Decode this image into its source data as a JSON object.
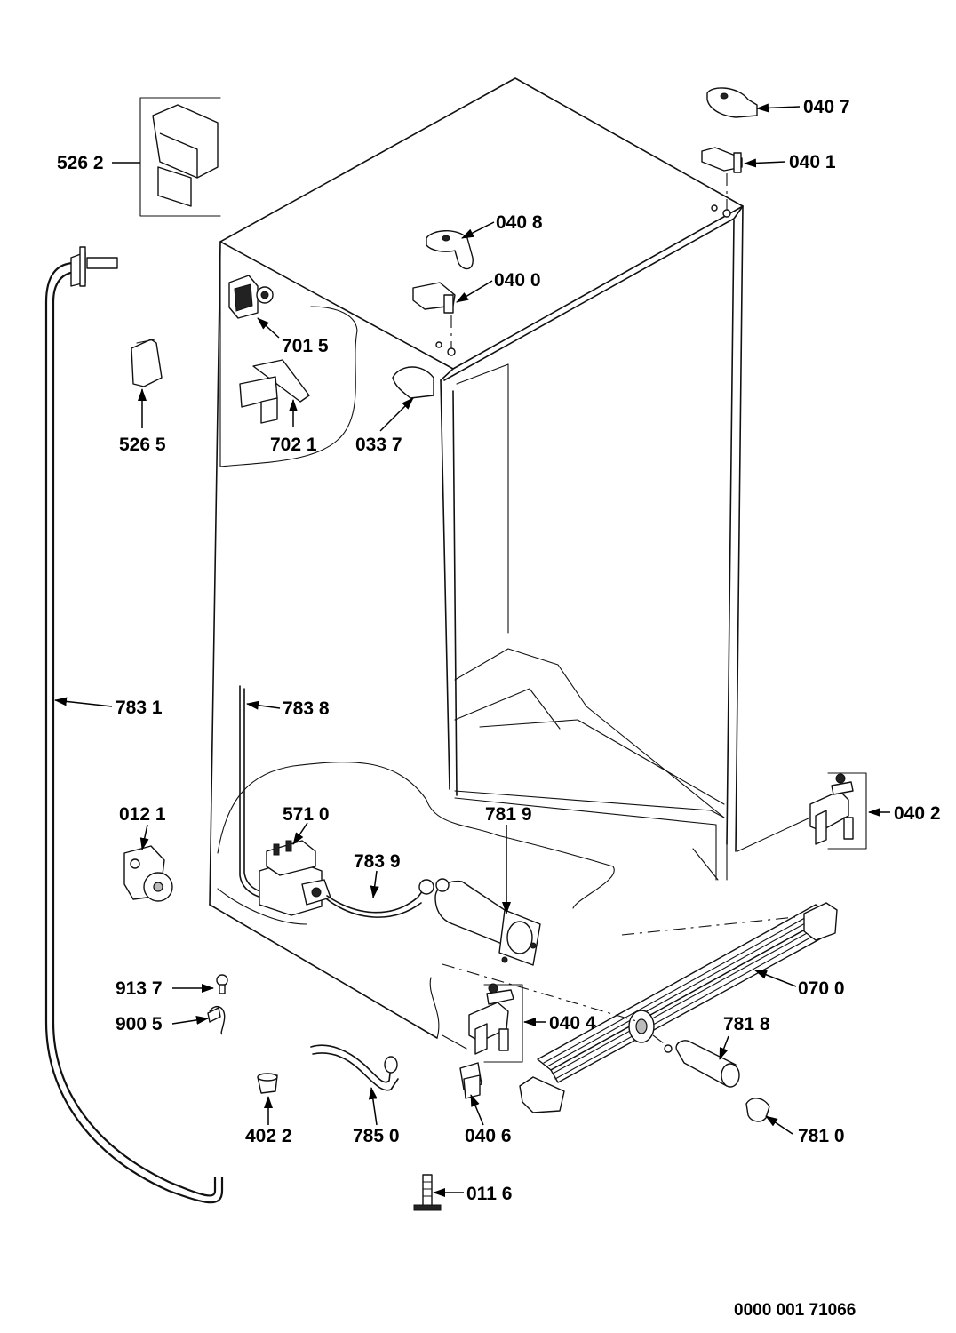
{
  "diagram": {
    "document_number": "0000 001 71066",
    "callouts": [
      {
        "id": "0407",
        "label": "040 7"
      },
      {
        "id": "0401",
        "label": "040 1"
      },
      {
        "id": "5262",
        "label": "526 2"
      },
      {
        "id": "0408",
        "label": "040 8"
      },
      {
        "id": "0400",
        "label": "040 0"
      },
      {
        "id": "7015",
        "label": "701 5"
      },
      {
        "id": "5265",
        "label": "526 5"
      },
      {
        "id": "7021",
        "label": "702 1"
      },
      {
        "id": "0337",
        "label": "033 7"
      },
      {
        "id": "7831",
        "label": "783 1"
      },
      {
        "id": "7838",
        "label": "783 8"
      },
      {
        "id": "0121",
        "label": "012 1"
      },
      {
        "id": "5710",
        "label": "571 0"
      },
      {
        "id": "7819",
        "label": "781 9"
      },
      {
        "id": "7839",
        "label": "783 9"
      },
      {
        "id": "0402",
        "label": "040 2"
      },
      {
        "id": "9137",
        "label": "913 7"
      },
      {
        "id": "9005",
        "label": "900 5"
      },
      {
        "id": "0700",
        "label": "070 0"
      },
      {
        "id": "0404",
        "label": "040 4"
      },
      {
        "id": "7818",
        "label": "781 8"
      },
      {
        "id": "4022",
        "label": "402 2"
      },
      {
        "id": "7850",
        "label": "785 0"
      },
      {
        "id": "0406",
        "label": "040 6"
      },
      {
        "id": "7810",
        "label": "781 0"
      },
      {
        "id": "0116",
        "label": "011 6"
      }
    ]
  }
}
